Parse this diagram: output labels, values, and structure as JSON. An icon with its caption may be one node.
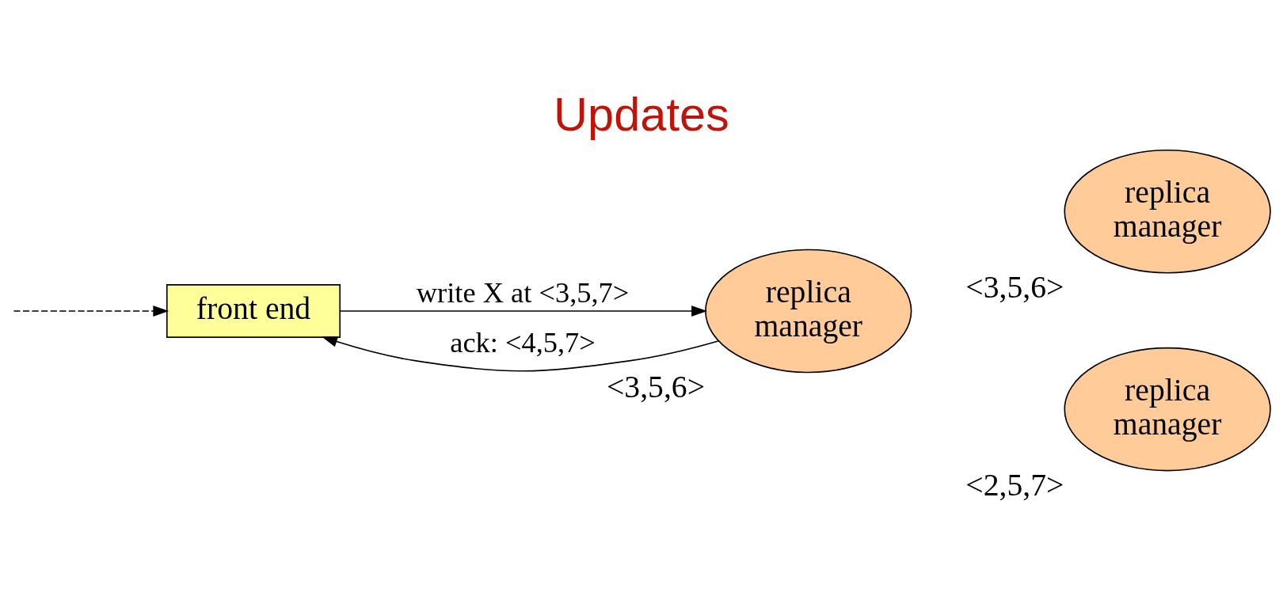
{
  "diagram": {
    "title": "Updates",
    "nodes": [
      {
        "text": [
          "front end"
        ]
      },
      {
        "text": [
          "replica manager"
        ],
        "beside": [
          "<3,5,6>"
        ]
      },
      {
        "text": [
          "replica manager"
        ],
        "beside": [
          "<3,5,6>"
        ]
      },
      {
        "text": [
          "replica manager"
        ],
        "beside": [
          "<2,5,7>"
        ]
      }
    ],
    "edges": [
      {
        "from": null,
        "to": 0,
        "arrow": "to",
        "style": "dashed"
      },
      {
        "from": 0,
        "to": 1,
        "arrow": "to",
        "label": "write X at <3,5,7>"
      },
      {
        "from": 1,
        "to": 0,
        "arrow": "to",
        "label": "ack: <4,5,7>"
      }
    ]
  }
}
